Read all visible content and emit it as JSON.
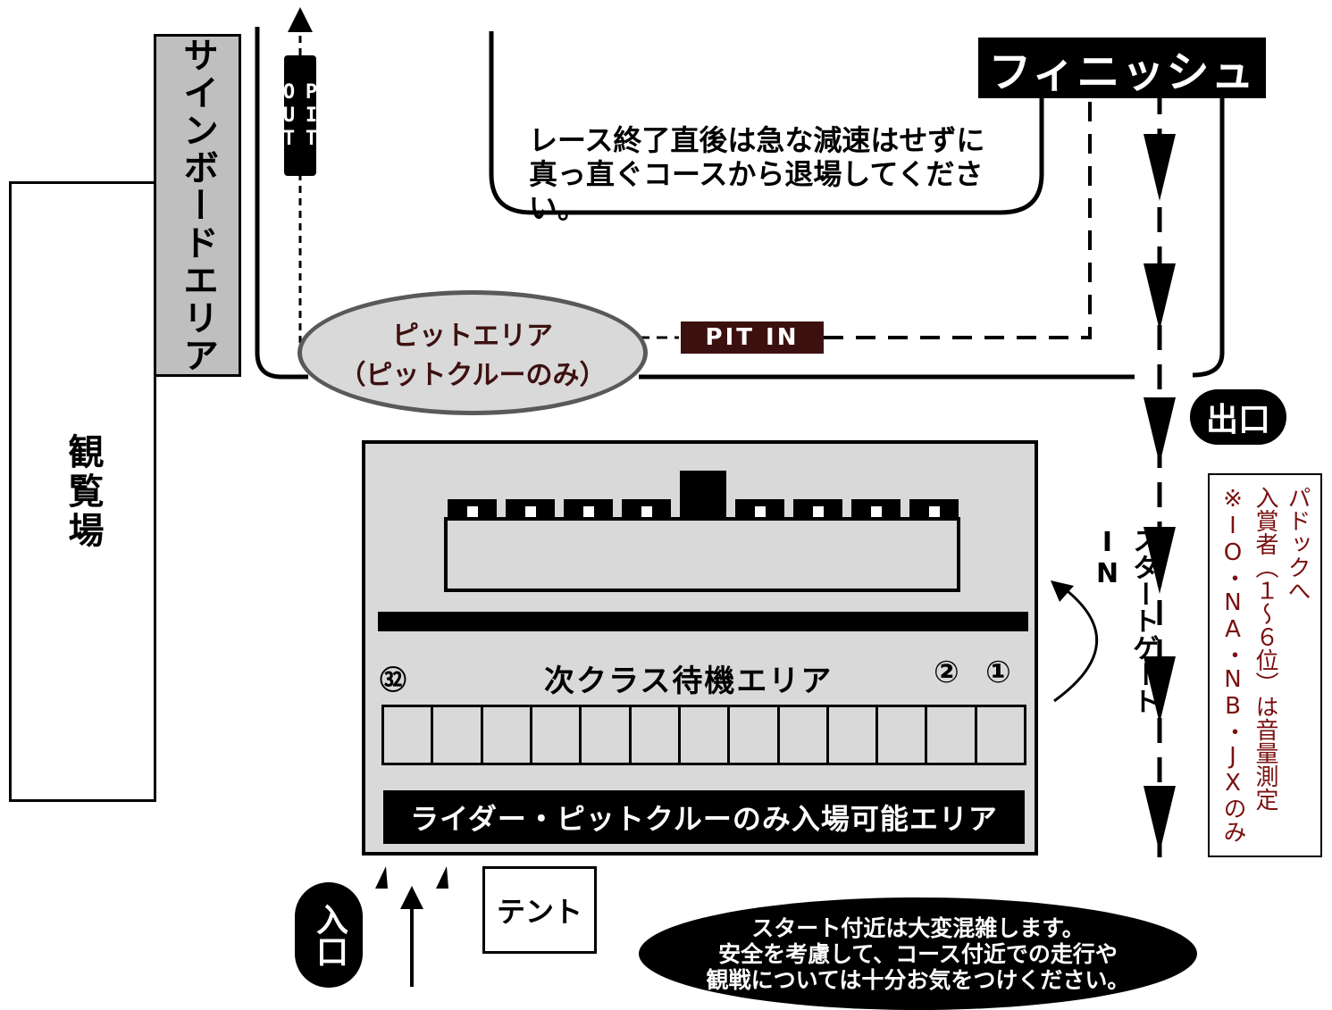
{
  "labels": {
    "spectator_area": "観覧場",
    "signboard_area": "サインボードエリア",
    "pit_out": "PIT OUT",
    "pit_in": "PIT IN",
    "finish": "フィニッシュ",
    "notice_line1": "レース終了直後は急な減速はせずに",
    "notice_line2": "真っ直ぐコースから退場してください。",
    "pit_area_line1": "ピットエリア",
    "pit_area_line2": "（ピットクルーのみ）",
    "exit": "出口",
    "start_gate_in": "スタートゲートIN",
    "paddock_line1": "パドックへ",
    "paddock_line2": "入賞者（１～６位）は音量測定",
    "paddock_line3": "※IO・NA・NB・JXのみ",
    "waiting_area": "次クラス待機エリア",
    "slot_32": "㉜",
    "slot_2": "②",
    "slot_1": "①",
    "rider_area": "ライダー・ピットクルーのみ入場可能エリア",
    "entrance": "入口",
    "tent": "テント",
    "warning_line1": "スタート付近は大変混雑します。",
    "warning_line2": "安全を考慮して、コース付近での走行や",
    "warning_line3": "観戦については十分お気をつけください。"
  },
  "colors": {
    "black": "#000000",
    "panel_gray": "#d9d9d9",
    "signboard_gray": "#bfbfbf",
    "pit_in_bg": "#3d1010",
    "pit_area_fill": "#d9d9d9",
    "paddock_text": "#7a1010"
  }
}
